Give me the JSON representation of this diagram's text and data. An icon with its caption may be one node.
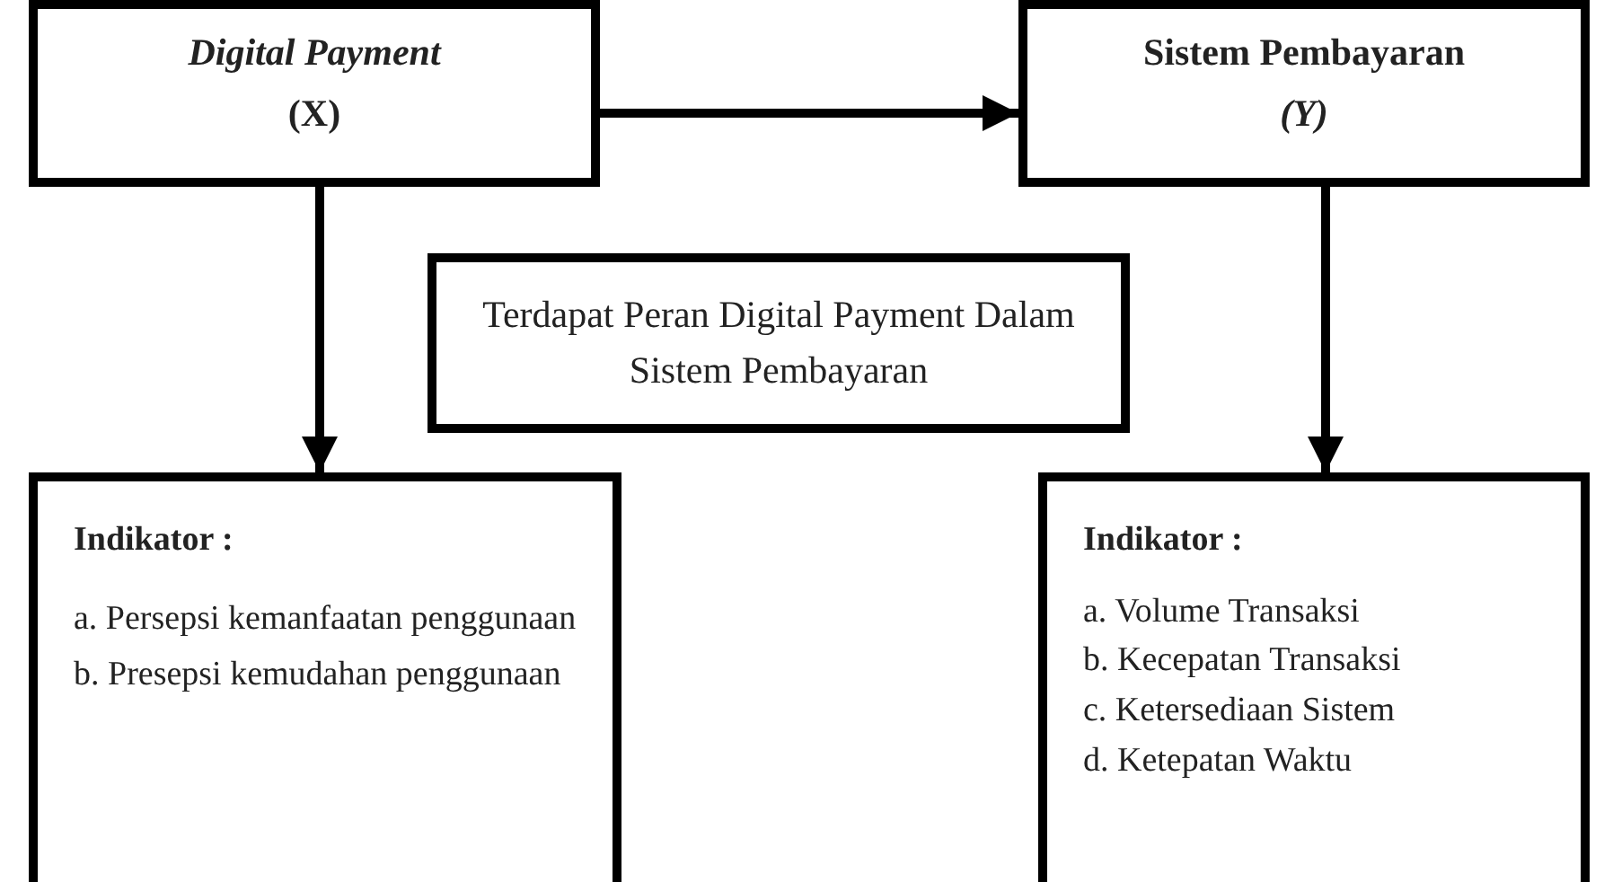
{
  "diagram": {
    "nodes": [
      {
        "text": [
          "*Digital Payment*",
          "(X)"
        ]
      },
      {
        "text": [
          "Sistem Pembayaran",
          "*(Y)*"
        ]
      },
      {
        "text": [
          "Terdapat Peran Digital Payment Dalam Sistem Pembayaran"
        ]
      },
      {
        "text": [
          "Indikator :",
          "a. Persepsi kemanfaatan penggunaan",
          "b. Presepsi kemudahan penggunaan"
        ]
      },
      {
        "text": [
          "Indikator :",
          "a. Volume Transaksi",
          "b. Kecepatan Transaksi",
          "c. Ketersediaan Sistem",
          "d. Ketepatan Waktu"
        ]
      }
    ],
    "edges": [
      {
        "from": 0,
        "to": 1,
        "arrow": "to"
      },
      {
        "from": 0,
        "to": 3,
        "arrow": "to"
      },
      {
        "from": 1,
        "to": 4,
        "arrow": "to"
      }
    ]
  }
}
